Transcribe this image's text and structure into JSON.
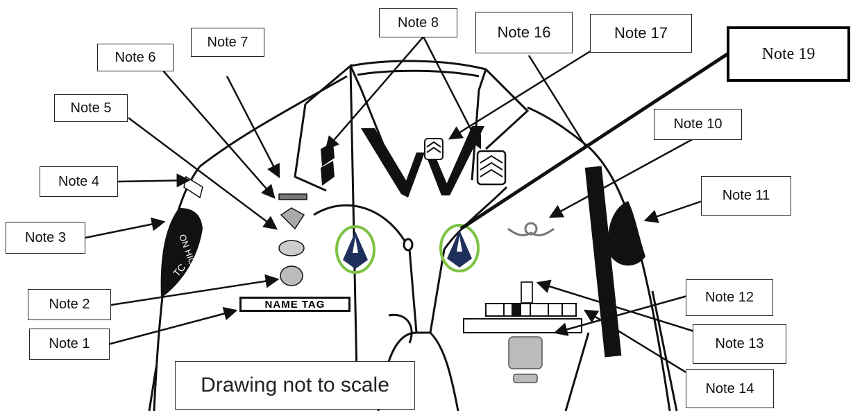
{
  "notes": {
    "n1": "Note 1",
    "n2": "Note 2",
    "n3": "Note 3",
    "n4": "Note 4",
    "n5": "Note 5",
    "n6": "Note 6",
    "n7": "Note 7",
    "n8": "Note 8",
    "n10": "Note 10",
    "n11": "Note 11",
    "n12": "Note 12",
    "n13": "Note 13",
    "n14": "Note 14",
    "n16": "Note 16",
    "n17": "Note 17",
    "n19": "Note 19"
  },
  "name_tag": "NAME TAG",
  "caption": "Drawing not to scale",
  "colors": {
    "line": "#111111",
    "highlight_circle": "#7dc242",
    "badge_fill": "#1f2f5c"
  }
}
